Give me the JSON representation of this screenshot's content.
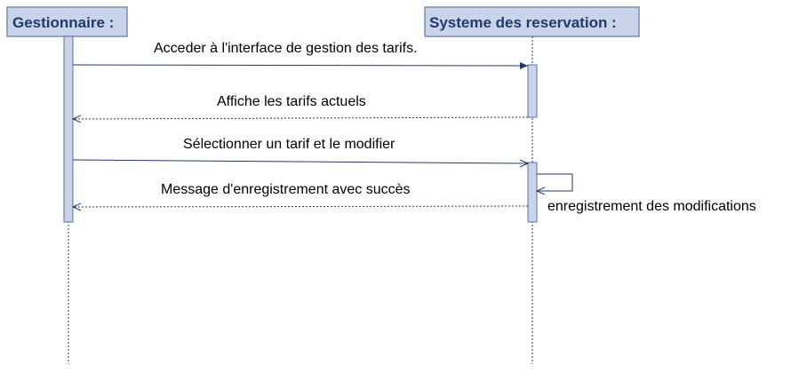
{
  "lifelines": [
    {
      "id": "gestionnaire",
      "label": "Gestionnaire :"
    },
    {
      "id": "systeme",
      "label": "Systeme des reservation :"
    }
  ],
  "messages": [
    {
      "from": "gestionnaire",
      "to": "systeme",
      "kind": "sync",
      "label": "Acceder à l'interface de gestion des tarifs."
    },
    {
      "from": "systeme",
      "to": "gestionnaire",
      "kind": "reply",
      "label": "Affiche les tarifs actuels"
    },
    {
      "from": "gestionnaire",
      "to": "systeme",
      "kind": "async",
      "label": "Sélectionner un tarif et le modifier"
    },
    {
      "from": "systeme",
      "to": "systeme",
      "kind": "self",
      "label": "enregistrement des modifications"
    },
    {
      "from": "systeme",
      "to": "gestionnaire",
      "kind": "reply",
      "label": "Message d'enregistrement avec succès"
    }
  ],
  "colors": {
    "head_fill": "#c9d3ea",
    "head_border": "#7d8db3",
    "head_text": "#1f3a6b",
    "activation_fill": "#c9d3ea",
    "activation_border": "#5f6fa0",
    "line": "#1f3a6b"
  }
}
